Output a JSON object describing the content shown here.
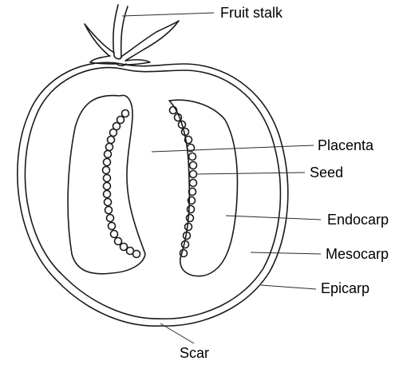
{
  "diagram": {
    "labels": {
      "fruit_stalk": "Fruit stalk",
      "placenta": "Placenta",
      "seed": "Seed",
      "endocarp": "Endocarp",
      "mesocarp": "Mesocarp",
      "epicarp": "Epicarp",
      "scar": "Scar"
    }
  }
}
